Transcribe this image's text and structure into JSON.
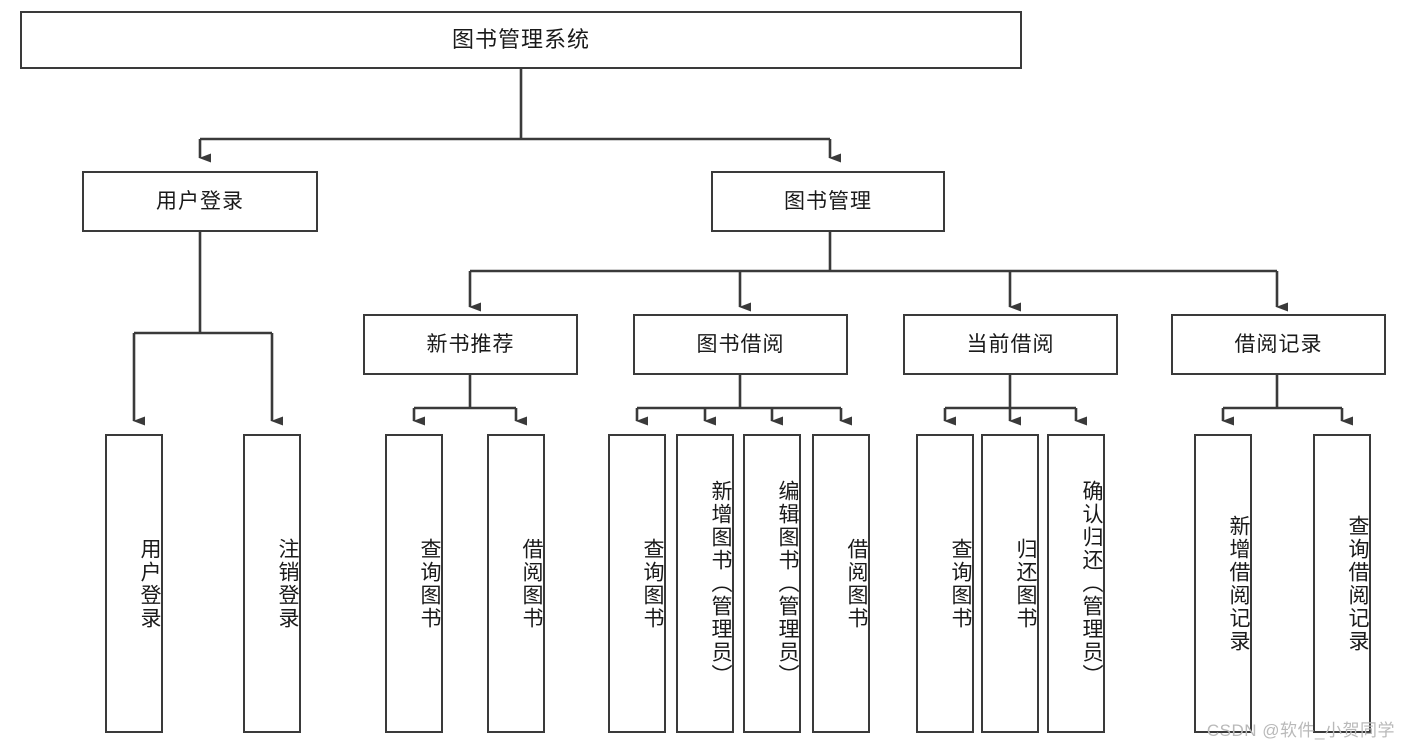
{
  "diagram": {
    "title": "图书管理系统",
    "root": {
      "label": "图书管理系统"
    },
    "level1": [
      {
        "label": "用户登录"
      },
      {
        "label": "图书管理"
      }
    ],
    "level2": [
      {
        "label": "新书推荐"
      },
      {
        "label": "图书借阅"
      },
      {
        "label": "当前借阅"
      },
      {
        "label": "借阅记录"
      }
    ],
    "leaves": [
      {
        "label": "用户登录"
      },
      {
        "label": "注销登录"
      },
      {
        "label": "查询图书"
      },
      {
        "label": "借阅图书"
      },
      {
        "label": "查询图书"
      },
      {
        "label": "新增图书（管理员）"
      },
      {
        "label": "编辑图书（管理员）"
      },
      {
        "label": "借阅图书"
      },
      {
        "label": "查询图书"
      },
      {
        "label": "归还图书"
      },
      {
        "label": "确认归还（管理员）"
      },
      {
        "label": "新增借阅记录"
      },
      {
        "label": "查询借阅记录"
      }
    ],
    "watermark": "CSDN @软件_小贺同学",
    "colors": {
      "stroke": "#3a3a3a",
      "background": "#ffffff",
      "text": "#1a1a1a",
      "watermark": "#b9b9b9"
    }
  }
}
